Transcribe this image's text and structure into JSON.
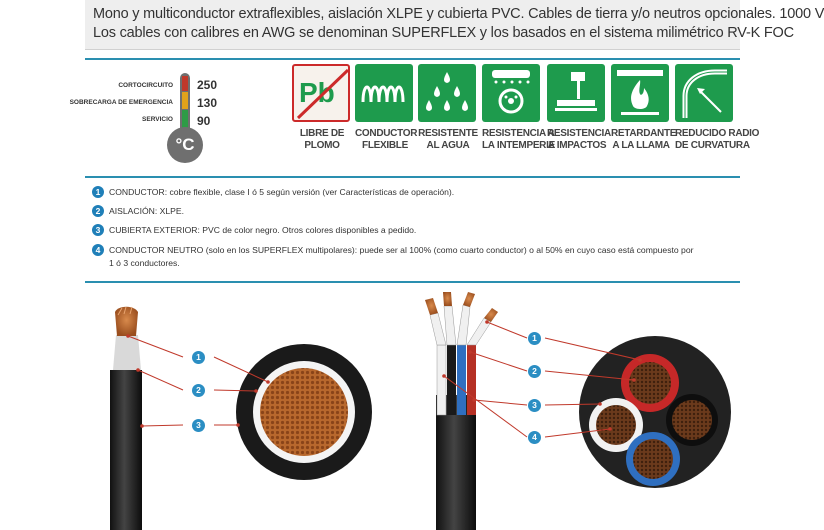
{
  "header": {
    "line1": "Mono y multiconductor extraflexibles, aislación XLPE y cubierta PVC. Cables de tierra y/o neutros opcionales. 1000 V",
    "line2": "Los cables con calibres en AWG se denominan SUPERFLEX y los basados en el sistema milimétrico RV-K FOC"
  },
  "temperature": {
    "rows": [
      {
        "label": "CORTOCIRCUITO",
        "value": "250"
      },
      {
        "label": "SOBRECARGA DE EMERGENCIA",
        "value": "130"
      },
      {
        "label": "SERVICIO",
        "value": "90"
      }
    ],
    "unit": "°C",
    "colors": {
      "top": "#c0392b",
      "middle": "#e0a21b",
      "bottom": "#2e9b46"
    }
  },
  "features": [
    {
      "icon": "lead-free-icon",
      "symbol": "Pb",
      "line1": "LIBRE DE",
      "line2": "PLOMO"
    },
    {
      "icon": "flexible-conductor-icon",
      "line1": "CONDUCTOR",
      "line2": "FLEXIBLE"
    },
    {
      "icon": "water-drops-icon",
      "line1": "RESISTENTE",
      "line2": "AL AGUA"
    },
    {
      "icon": "weather-sun-icon",
      "line1": "RESISTENCIA A",
      "line2": "LA INTEMPERIE"
    },
    {
      "icon": "hammer-impact-icon",
      "line1": "RESISTENCIA",
      "line2": "A IMPACTOS"
    },
    {
      "icon": "flame-icon",
      "line1": "RETARDANTE",
      "line2": "A LA LLAMA"
    },
    {
      "icon": "bend-radius-icon",
      "line1": "REDUCIDO RADIO",
      "line2": "DE CURVATURA"
    }
  ],
  "specs": [
    {
      "num": "1",
      "text": "CONDUCTOR: cobre flexible, clase I ó 5 según versión (ver Características de operación)."
    },
    {
      "num": "2",
      "text": "AISLACIÓN: XLPE."
    },
    {
      "num": "3",
      "text": "CUBIERTA EXTERIOR: PVC de color negro. Otros colores disponibles a pedido."
    },
    {
      "num": "4",
      "text": "CONDUCTOR NEUTRO (solo en los SUPERFLEX multipolares): puede ser al 100% (como cuarto conductor) o al 50% en cuyo caso está compuesto por",
      "text2": "1 ó 3 conductores."
    }
  ],
  "callouts_left": [
    "1",
    "2",
    "3"
  ],
  "callouts_right": [
    "1",
    "2",
    "3",
    "4"
  ],
  "colors": {
    "accent_line": "#2a8fb0",
    "icon_green": "#1e9b4d",
    "callout_blue": "#2b8ec3",
    "copper": "#b5652b"
  }
}
